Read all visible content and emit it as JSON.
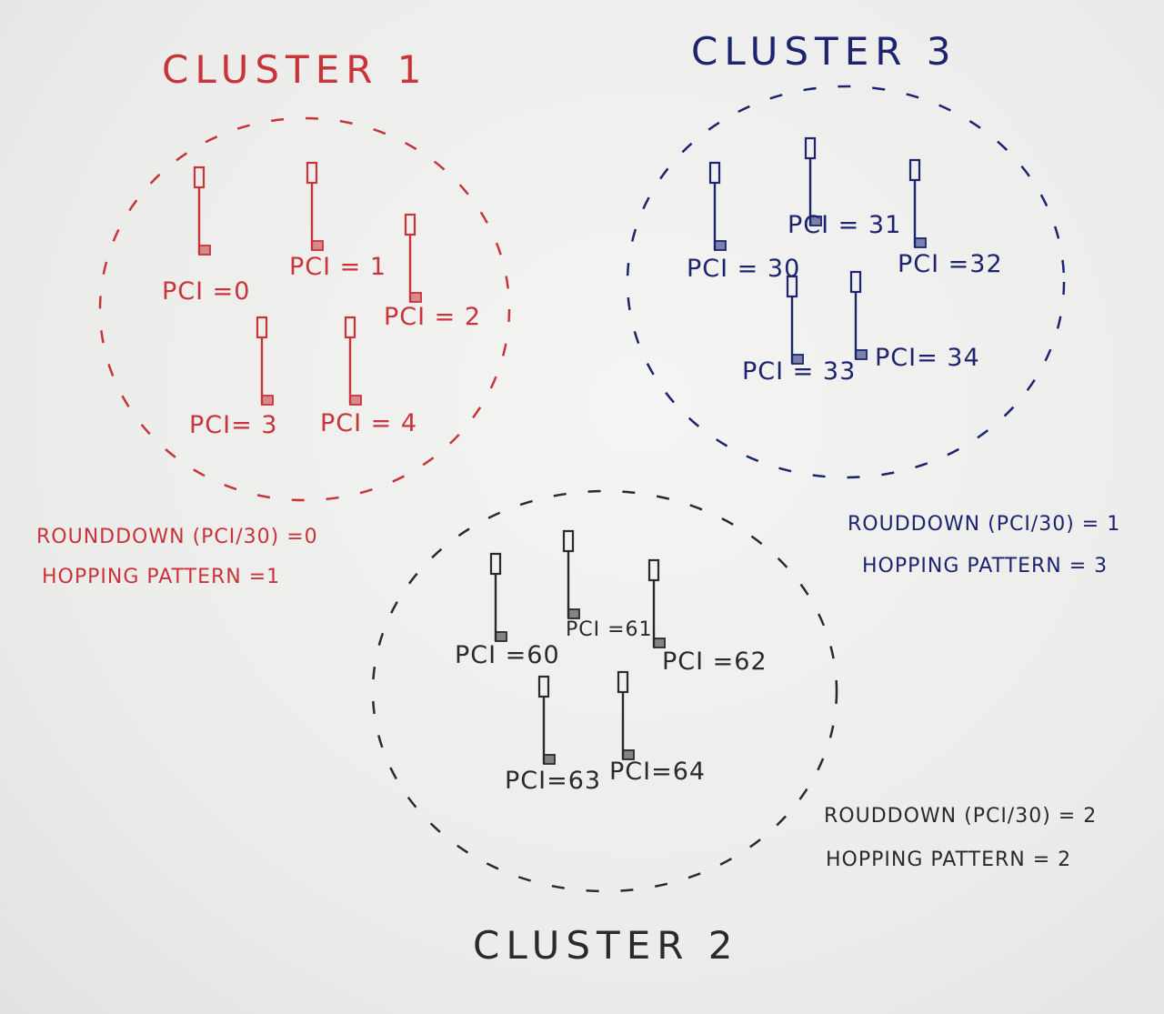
{
  "colors": {
    "cluster1": "#c8343a",
    "cluster2": "#2a2a2e",
    "cluster3": "#1c2470",
    "paper": "#eeeeec"
  },
  "clusters": [
    {
      "id": "cluster1",
      "title": "CLUSTER 1",
      "cells": [
        {
          "label": "PCI =0",
          "icon": "antenna-icon"
        },
        {
          "label": "PCI = 1",
          "icon": "antenna-icon"
        },
        {
          "label": "PCI = 2",
          "icon": "antenna-icon"
        },
        {
          "label": "PCI= 3",
          "icon": "antenna-icon"
        },
        {
          "label": "PCI = 4",
          "icon": "antenna-icon"
        }
      ],
      "note": {
        "rounddown": "ROUNDDOWN (PCI/30) =0",
        "hopping": "HOPPING PATTERN =1"
      }
    },
    {
      "id": "cluster3",
      "title": "CLUSTER 3",
      "cells": [
        {
          "label": "PCI = 30",
          "icon": "antenna-icon"
        },
        {
          "label": "PCI = 31",
          "icon": "antenna-icon"
        },
        {
          "label": "PCI =32",
          "icon": "antenna-icon"
        },
        {
          "label": "PCI = 33",
          "icon": "antenna-icon"
        },
        {
          "label": "PCI= 34",
          "icon": "antenna-icon"
        }
      ],
      "note": {
        "rounddown": "ROUDDOWN (PCI/30) = 1",
        "hopping": "HOPPING PATTERN = 3"
      }
    },
    {
      "id": "cluster2",
      "title": "CLUSTER 2",
      "cells": [
        {
          "label": "PCI =60",
          "icon": "antenna-icon"
        },
        {
          "label": "PCI =61",
          "icon": "antenna-icon"
        },
        {
          "label": "PCI =62",
          "icon": "antenna-icon"
        },
        {
          "label": "PCI=63",
          "icon": "antenna-icon"
        },
        {
          "label": "PCI=64",
          "icon": "antenna-icon"
        }
      ],
      "note": {
        "rounddown": "ROUDDOWN (PCI/30) = 2",
        "hopping": "HOPPING PATTERN = 2"
      }
    }
  ]
}
